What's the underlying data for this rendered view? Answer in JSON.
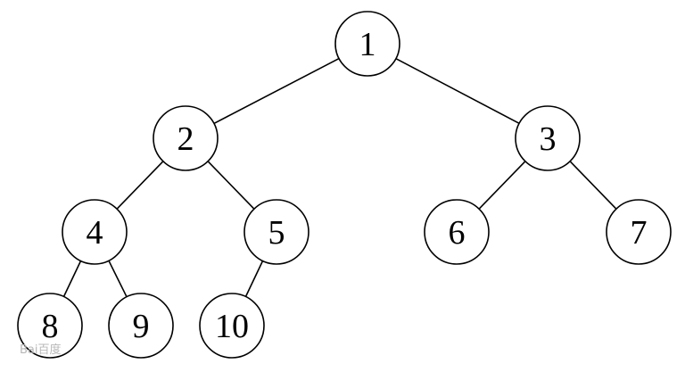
{
  "tree": {
    "nodes": [
      {
        "id": 1,
        "label": "1"
      },
      {
        "id": 2,
        "label": "2"
      },
      {
        "id": 3,
        "label": "3"
      },
      {
        "id": 4,
        "label": "4"
      },
      {
        "id": 5,
        "label": "5"
      },
      {
        "id": 6,
        "label": "6"
      },
      {
        "id": 7,
        "label": "7"
      },
      {
        "id": 8,
        "label": "8"
      },
      {
        "id": 9,
        "label": "9"
      },
      {
        "id": 10,
        "label": "10"
      }
    ],
    "edges": [
      {
        "from": 1,
        "to": 2
      },
      {
        "from": 1,
        "to": 3
      },
      {
        "from": 2,
        "to": 4
      },
      {
        "from": 2,
        "to": 5
      },
      {
        "from": 3,
        "to": 6
      },
      {
        "from": 3,
        "to": 7
      },
      {
        "from": 4,
        "to": 8
      },
      {
        "from": 4,
        "to": 9
      },
      {
        "from": 5,
        "to": 10
      }
    ]
  },
  "watermark": {
    "text": "Bai百度",
    "color": "#b8b8b8"
  }
}
